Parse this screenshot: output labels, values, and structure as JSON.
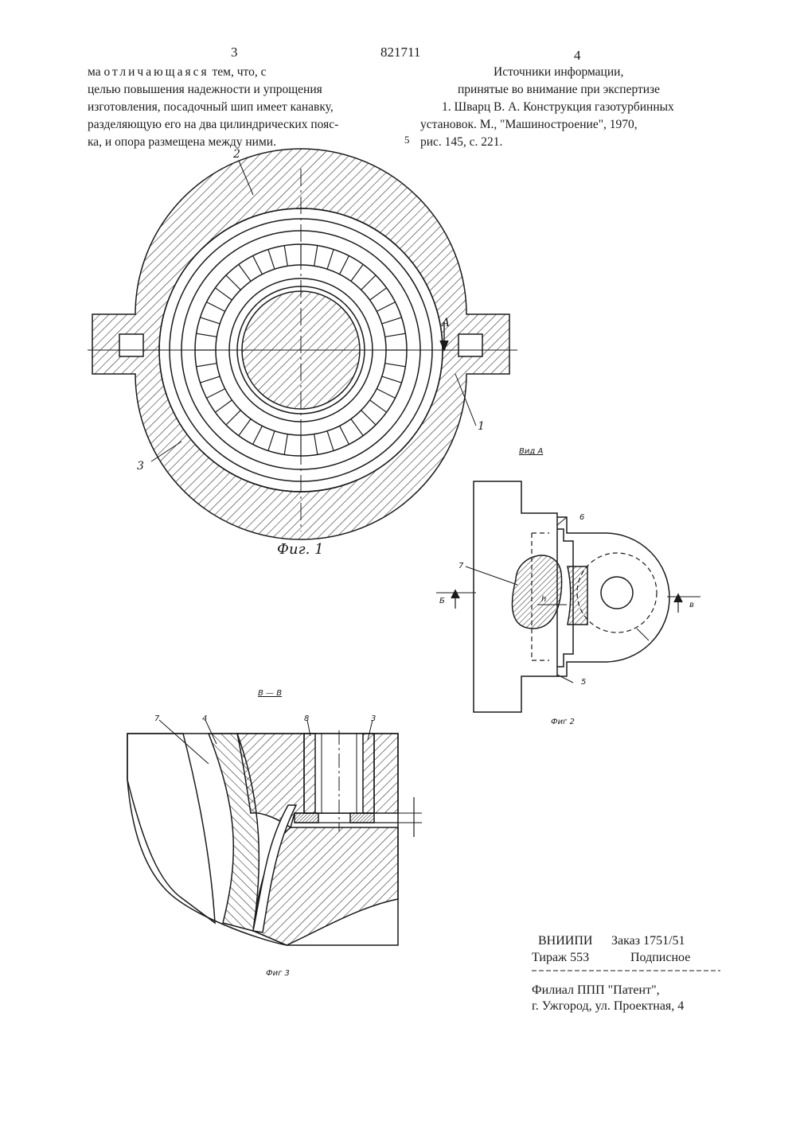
{
  "header": {
    "page_left": "3",
    "patent_number": "821711",
    "page_right": "4"
  },
  "left_column": {
    "line1_prefix": "ма",
    "line1_spaced": "отличающаяся",
    "line1_rest": "тем, что, с",
    "line2": "целью повышения надежности и упрощения",
    "line3": "изготовления, посадочный шип имеет канавку,",
    "line4": "разделяющую его на два цилиндрических пояс-",
    "line5": "ка, и опора размещена между ними."
  },
  "right_column": {
    "sources_title": "Источники информации,",
    "sources_subtitle": "принятые во внимание при экспертизе",
    "ref_line1": "1. Шварц В. А. Конструкция газотурбинных",
    "ref_line2": "установок. М., \"Машиностроение\", 1970,",
    "ref_line3": "рис. 145, с. 221.",
    "line_marker": "5"
  },
  "figure1": {
    "caption": "Фиг. 1",
    "label_2": "2",
    "label_3": "3",
    "label_1": "1",
    "label_A": "A"
  },
  "figure2": {
    "view_title": "Вид А",
    "caption": "Фиг 2",
    "label_6": "6",
    "label_5": "5",
    "label_7": "7",
    "label_h": "h",
    "label_B_left": "Б",
    "label_B_right": "в"
  },
  "figure3": {
    "section_title": "В — В",
    "caption": "Фиг 3",
    "label_7": "7",
    "label_4": "4",
    "label_8": "8",
    "label_3": "3"
  },
  "imprint": {
    "org": "ВНИИПИ",
    "order": "Заказ 1751/51",
    "circulation": "Тираж 553",
    "subscription": "Подписное",
    "branch": "Филиал ППП \"Патент\",",
    "address": "г. Ужгород, ул. Проектная, 4"
  }
}
